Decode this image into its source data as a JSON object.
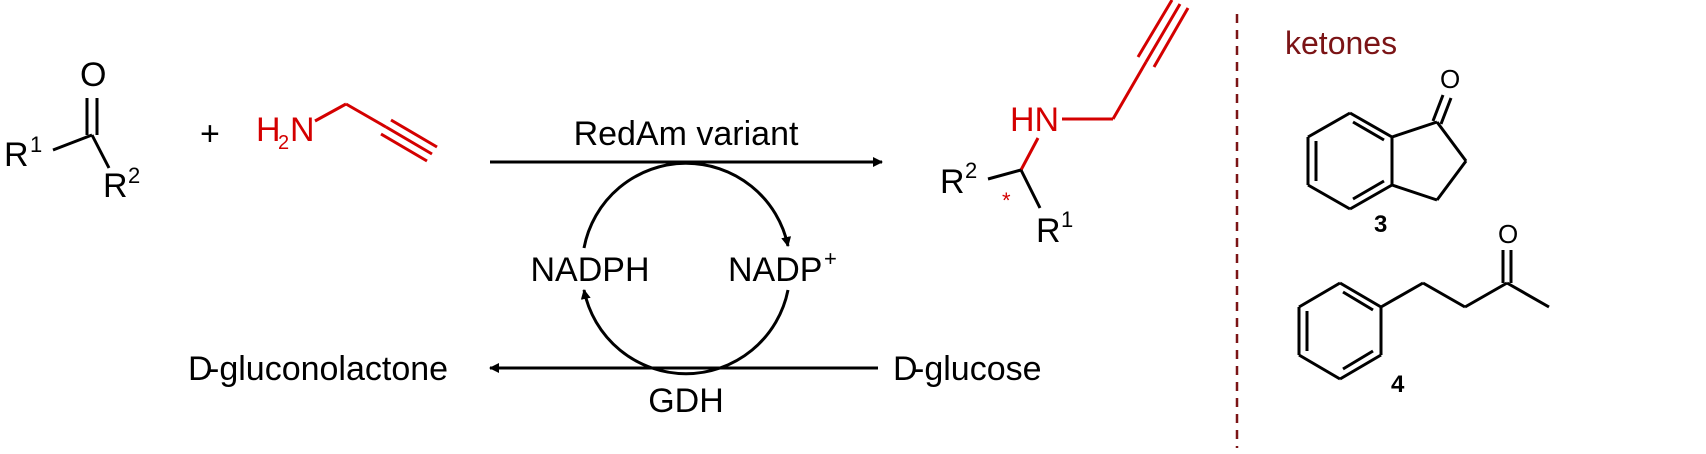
{
  "scheme": {
    "reactant_ketone": {
      "o": "O",
      "r1": "R",
      "r1_sup": "1",
      "r2": "R",
      "r2_sup": "2"
    },
    "plus": "+",
    "amine": {
      "h": "H",
      "sub": "2",
      "n": "N"
    },
    "enzyme_top": "RedAm variant",
    "cofactor_left": "NADPH",
    "cofactor_right": "NADP",
    "cofactor_right_sup": "+",
    "enzyme_bottom": "GDH",
    "substrate_glucose_prefix": "D",
    "substrate_glucose": "-glucose",
    "product_gluconolactone_prefix": "D",
    "product_gluconolactone": "-gluconolactone",
    "product": {
      "hn": "HN",
      "r2": "R",
      "r2_sup": "2",
      "r1": "R",
      "r1_sup": "1",
      "stereo": "*"
    },
    "ketones_panel": {
      "title": "ketones",
      "title_color": "#7b1416",
      "ketone3": {
        "o": "O",
        "label": "3"
      },
      "ketone4": {
        "o": "O",
        "label": "4"
      }
    },
    "colors": {
      "highlight": "#d40000",
      "divider": "#7b1416",
      "ink": "#000000"
    }
  }
}
